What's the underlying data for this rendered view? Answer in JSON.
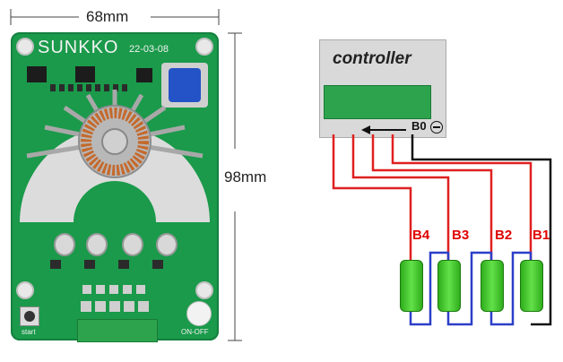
{
  "dimensions": {
    "width_label": "68mm",
    "height_label": "98mm"
  },
  "board": {
    "brand": "SUNKKO",
    "date_code": "22-03-08",
    "start_label": "start",
    "onoff_label": "ON-OFF"
  },
  "wiring": {
    "controller_label": "controller",
    "b0_label": "B0",
    "batteries": [
      "B4",
      "B3",
      "B2",
      "B1"
    ]
  },
  "colors": {
    "pcb_green": "#1a9a4a",
    "wire_red": "#e02020",
    "wire_black": "#111111",
    "wire_blue": "#2c3fc8",
    "battery_green": "#3fcf2a"
  }
}
